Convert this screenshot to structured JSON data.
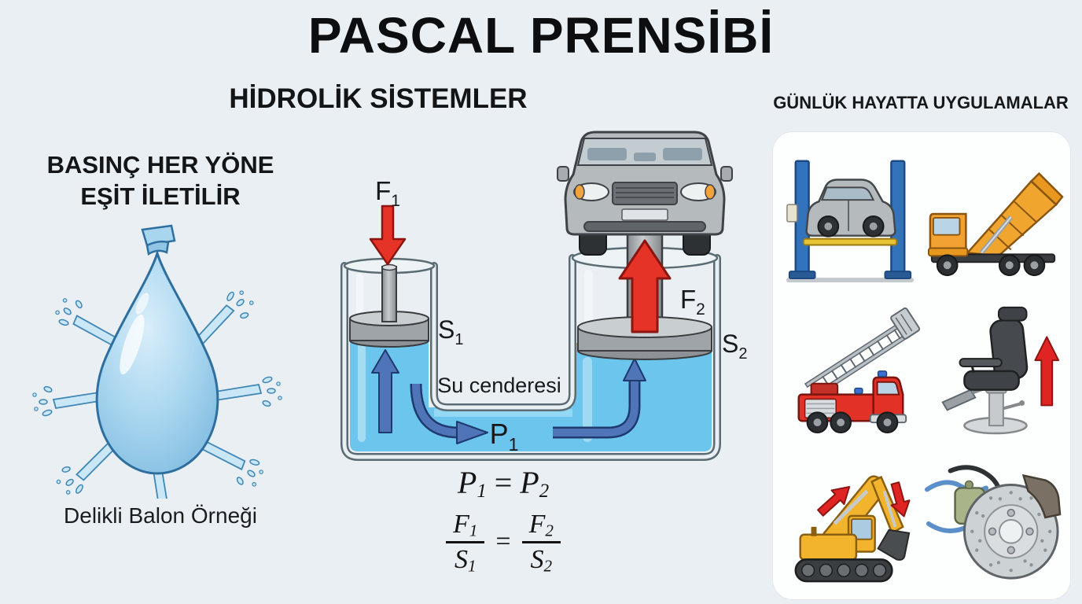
{
  "page": {
    "title": "PASCAL PRENSİBİ",
    "subtitle": "HİDROLİK SİSTEMLER",
    "background_color": "#e9eff2"
  },
  "left_panel": {
    "heading_line1": "BASINÇ HER YÖNE",
    "heading_line2": "EŞİT İLETİLİR",
    "caption": "Delikli Balon Örneği",
    "balloon_color": "#a9d6ef",
    "balloon_outline_color": "#2e6f9f",
    "spray_color": "#c9e7f7"
  },
  "hydraulic": {
    "device_label": "Su cenderesi",
    "labels": {
      "f1": {
        "base": "F",
        "sub": "1"
      },
      "s1": {
        "base": "S",
        "sub": "1"
      },
      "f2": {
        "base": "F",
        "sub": "2"
      },
      "s2": {
        "base": "S",
        "sub": "2"
      },
      "p1": {
        "base": "P",
        "sub": "1"
      }
    },
    "water_color": "#6cc5ec",
    "force_arrow_color": "#e63327",
    "pressure_arrow_color": "#4f74b8",
    "piston_color": "#9fa4a8",
    "glass_wall_color": "#5a6b73"
  },
  "formulas": {
    "pressure": {
      "lhs_base": "P",
      "lhs_sub": "1",
      "eq": "=",
      "rhs_base": "P",
      "rhs_sub": "2"
    },
    "ratio": {
      "num1_base": "F",
      "num1_sub": "1",
      "den1_base": "S",
      "den1_sub": "1",
      "eq": "=",
      "num2_base": "F",
      "num2_sub": "2",
      "den2_base": "S",
      "den2_sub": "2"
    }
  },
  "applications": {
    "heading": "GÜNLÜK HAYATTA UYGULAMALAR",
    "panel_background": "#fdfefe",
    "items": [
      {
        "name": "car-lift",
        "accent_color": "#3273bc"
      },
      {
        "name": "dump-truck",
        "accent_color": "#f0a62e"
      },
      {
        "name": "fire-ladder-truck",
        "accent_color": "#e23227"
      },
      {
        "name": "barber-chair",
        "accent_color": "#46494d"
      },
      {
        "name": "excavator",
        "accent_color": "#f2b42c"
      },
      {
        "name": "hydraulic-brake",
        "accent_color": "#cdd2d5"
      }
    ]
  }
}
